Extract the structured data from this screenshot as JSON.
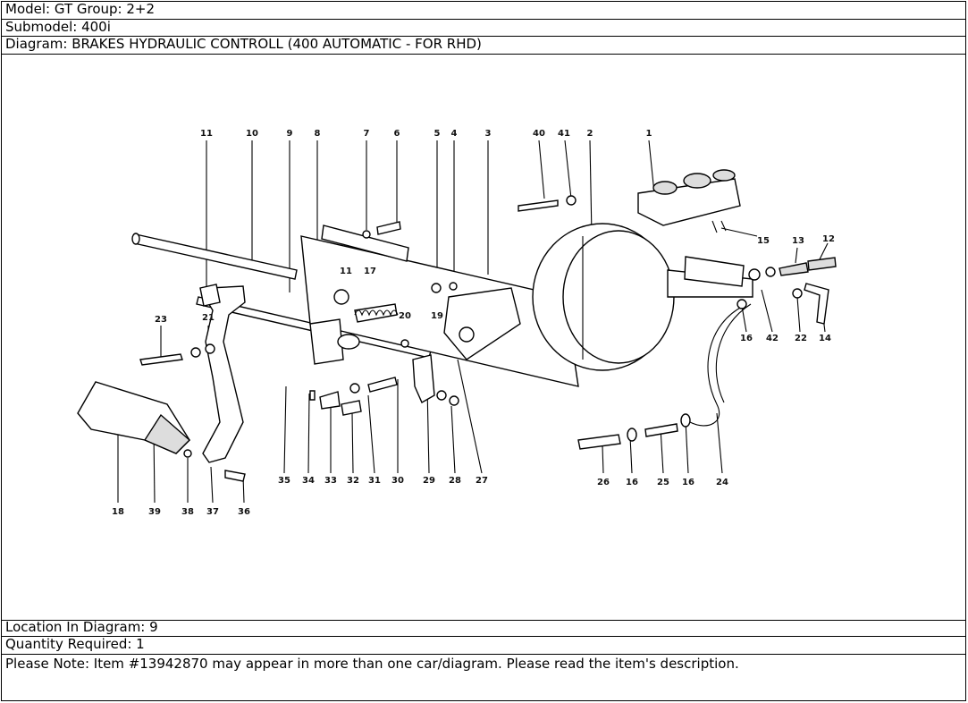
{
  "header": {
    "model": "Model: GT Group: 2+2",
    "submodel": "Submodel: 400i",
    "diagram": "Diagram: BRAKES HYDRAULIC CONTROLL (400 AUTOMATIC - FOR RHD)"
  },
  "footer": {
    "location": "Location In Diagram: 9",
    "quantity": "Quantity Required: 1",
    "note": "Please Note: Item #13942870 may appear in more than one car/diagram. Please read the item's description."
  },
  "callouts": {
    "top": [
      "11",
      "10",
      "9",
      "8",
      "7",
      "6",
      "5",
      "4",
      "3",
      "40",
      "41",
      "2",
      "1"
    ],
    "right": [
      "15",
      "13",
      "12",
      "16",
      "42",
      "22",
      "14"
    ],
    "middle": [
      "11",
      "17",
      "20",
      "19",
      "23",
      "21"
    ],
    "bottom": [
      "35",
      "34",
      "33",
      "32",
      "31",
      "30",
      "29",
      "28",
      "27",
      "26",
      "16",
      "25",
      "16",
      "24",
      "18",
      "39",
      "38",
      "37",
      "36"
    ]
  }
}
